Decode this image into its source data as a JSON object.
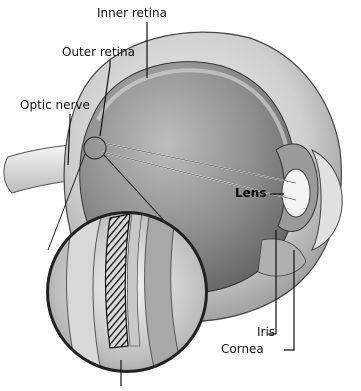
{
  "diagram": {
    "labels": {
      "inner_retina": "Inner retina",
      "outer_retina": "Outer retina",
      "optic_nerve": "Optic nerve",
      "lens": "Lens",
      "iris": "Iris",
      "cornea": "Cornea"
    },
    "colors": {
      "background": "#ffffff",
      "eyeball_outer": "#c8c8c8",
      "vitreous": "#8f8f8f",
      "sclera": "#e4e4e4",
      "lens": "#ececec",
      "line": "#1a1a1a"
    }
  }
}
